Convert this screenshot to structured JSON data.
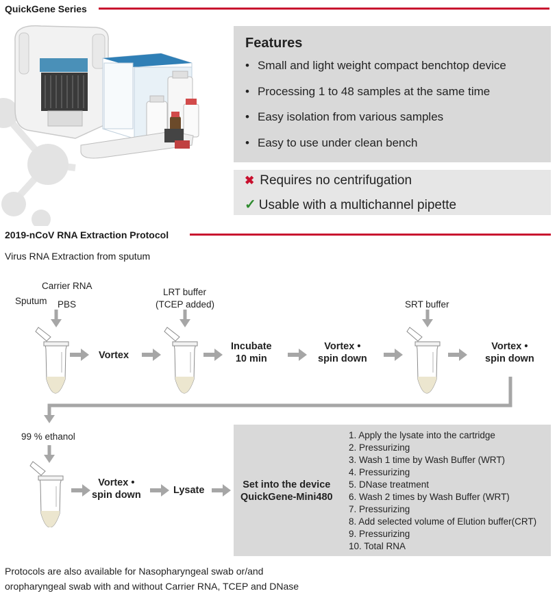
{
  "header": {
    "series_title": "QuickGene Series"
  },
  "features": {
    "title": "Features",
    "items": [
      "Small and light weight compact benchtop device",
      "Processing 1 to 48 samples at the same time",
      "Easy isolation from various samples",
      "Easy to use under clean bench"
    ],
    "bullet": "•"
  },
  "checks": {
    "no_centrifugation": "Requires no centrifugation",
    "multichannel": "Usable with a multichannel pipette",
    "x_mark": "✖",
    "check_mark": "✓",
    "x_color": "#c8102e",
    "check_color": "#2e8b2e"
  },
  "protocol": {
    "title": "2019-nCoV RNA Extraction Protocol",
    "subtitle": "Virus RNA Extraction from sputum",
    "inputs": {
      "sputum": "Sputum",
      "carrier_rna": "Carrier RNA",
      "pbs": "PBS",
      "lrt_buffer": "LRT buffer",
      "tcep_added": "(TCEP added)",
      "srt_buffer": "SRT buffer",
      "ethanol": "99 % ethanol"
    },
    "steps": {
      "vortex": "Vortex",
      "incubate_1": "Incubate",
      "incubate_2": "10 min",
      "vortex_spin_1": "Vortex •",
      "vortex_spin_2": "spin down",
      "lysate": "Lysate",
      "device_1": "Set into the device",
      "device_2": "QuickGene-Mini480"
    },
    "procedure": [
      "1. Apply the lysate into the cartridge",
      "2. Pressurizing",
      "3. Wash 1 time by Wash Buffer (WRT)",
      "4. Pressurizing",
      "5. DNase treatment",
      "6. Wash 2 times by Wash Buffer (WRT)",
      "7. Pressurizing",
      "8. Add selected volume of Elution buffer(CRT)",
      "9. Pressurizing",
      "10. Total RNA"
    ]
  },
  "footer": {
    "line1": "Protocols are also available for Nasopharyngeal swab or/and",
    "line2": "oropharyngeal swab with and without Carrier RNA, TCEP and DNase"
  },
  "colors": {
    "accent_red": "#c8102e",
    "panel_gray": "#d9d9d9",
    "arrow_gray": "#a6a6a6"
  }
}
